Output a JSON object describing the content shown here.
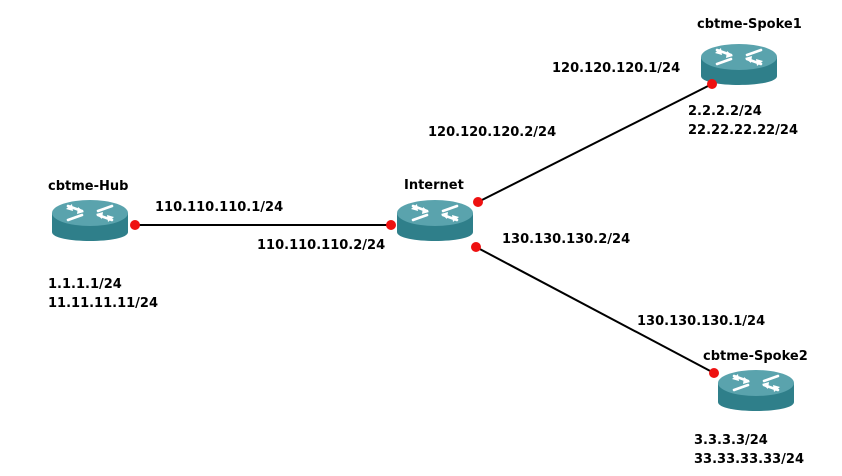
{
  "colors": {
    "link": "#000000",
    "port_dot": "#ee1111",
    "router_top": "#5aa3ad",
    "router_side": "#2f7f8a",
    "router_symbol": "#ffffff"
  },
  "routers": {
    "hub": {
      "name": "cbtme-Hub",
      "icon": "router-icon",
      "loopbacks": [
        "1.1.1.1/24",
        "11.11.11.11/24"
      ]
    },
    "internet": {
      "name": "Internet",
      "icon": "router-icon"
    },
    "spoke1": {
      "name": "cbtme-Spoke1",
      "icon": "router-icon",
      "loopbacks": [
        "2.2.2.2/24",
        "22.22.22.22/24"
      ]
    },
    "spoke2": {
      "name": "cbtme-Spoke2",
      "icon": "router-icon",
      "loopbacks": [
        "3.3.3.3/24",
        "33.33.33.33/24"
      ]
    }
  },
  "links": {
    "hub_internet": {
      "hub_ip": "110.110.110.1/24",
      "internet_ip": "110.110.110.2/24"
    },
    "internet_spoke1": {
      "internet_ip": "120.120.120.2/24",
      "spoke1_ip": "120.120.120.1/24"
    },
    "internet_spoke2": {
      "internet_ip": "130.130.130.2/24",
      "spoke2_ip": "130.130.130.1/24"
    }
  }
}
